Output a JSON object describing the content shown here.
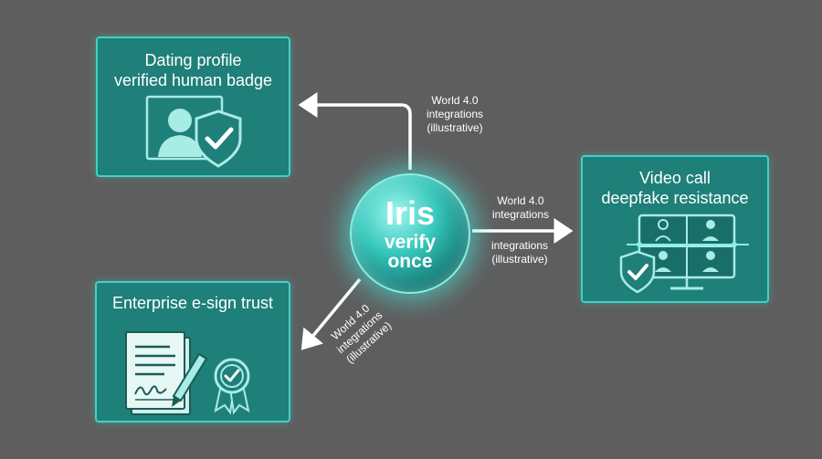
{
  "cards": {
    "dating": {
      "title_lines": [
        "Dating profile",
        "verified human badge"
      ]
    },
    "video": {
      "title_lines": [
        "Video call",
        "deepfake resistance"
      ]
    },
    "esign": {
      "title_lines": [
        "Enterprise e-sign trust"
      ]
    }
  },
  "orb": {
    "title": "Iris",
    "line1": "verify",
    "line2": "once"
  },
  "labels": {
    "top": [
      "World 4.0",
      "integrations",
      "(illustrative)"
    ],
    "right_upper": [
      "World 4.0",
      "integrations"
    ],
    "right_lower": [
      "integrations",
      "(illustrative)"
    ],
    "diagonal": [
      "World 4.0",
      "integrations",
      "(illustrative)"
    ]
  },
  "colors": {
    "background": "#5e5e5e",
    "card_fill": "#1f7f79",
    "card_border": "#3fd3c8",
    "icon_fill": "#a8ece6",
    "arrow": "#ffffff"
  },
  "icons": [
    "user-silhouette-icon",
    "shield-check-icon",
    "video-grid-icon",
    "document-signature-icon",
    "pen-icon",
    "award-badge-icon"
  ]
}
